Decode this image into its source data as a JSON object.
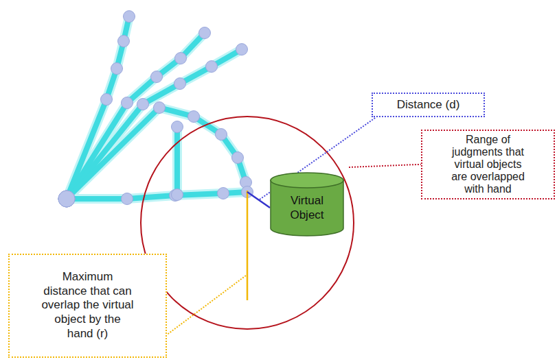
{
  "diagram": {
    "nodes": [
      {
        "text": [
          "Distance (d)"
        ]
      },
      {
        "text": [
          "Range of judgments that virtual objects are overlapped with hand"
        ]
      },
      {
        "text": [
          "Virtual Object"
        ]
      },
      {
        "text": [
          "Maximum distance that can overlap the virtual object by the hand (r)"
        ]
      }
    ]
  }
}
